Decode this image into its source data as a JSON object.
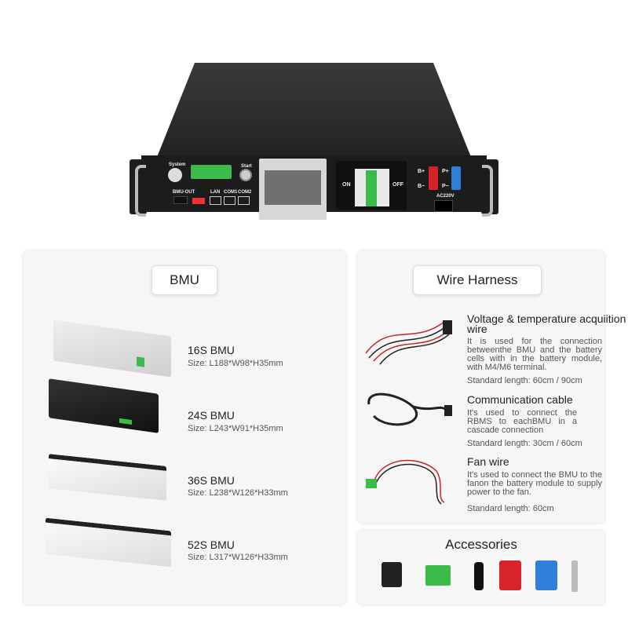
{
  "device": {
    "labels": {
      "system": "System",
      "start": "Start",
      "bmu_out": "BMU-OUT",
      "lan": "LAN",
      "com1": "COM1",
      "com2": "COM2",
      "on": "ON",
      "off": "OFF",
      "b_plus": "B+",
      "b_minus": "B−",
      "p_plus": "P+",
      "p_minus": "P−",
      "ac": "AC220V"
    },
    "colors": {
      "body": "#2b2b2b",
      "terminal": "#3dbb4a",
      "red_connector": "#d8232a",
      "blue_connector": "#2f7fd8"
    }
  },
  "bmu_panel": {
    "title": "BMU",
    "items": [
      {
        "name": "16S BMU",
        "size": "Size: L188*W98*H35mm",
        "color": "#e4e4e4"
      },
      {
        "name": "24S BMU",
        "size": "Size:  L243*W91*H35mm",
        "color": "#222222"
      },
      {
        "name": "36S BMU",
        "size": "Size: L238*W126*H33mm",
        "color": "#f0f0f0"
      },
      {
        "name": "52S BMU",
        "size": "Size: L317*W126*H33mm",
        "color": "#f0f0f0"
      }
    ]
  },
  "wire_panel": {
    "title": "Wire  Harness",
    "items": [
      {
        "title": "Voltage & temperature acquiition wire",
        "desc": "It is used for the connection betweenthe BMU and the battery cells with in the battery module, with M4/M6 terminal.",
        "length": "Standard length: 60cm / 90cm"
      },
      {
        "title": "Communication cable",
        "desc": "It's used to connect the RBMS to eachBMU in a cascade connection",
        "length": "Standard length: 30cm / 60cm"
      },
      {
        "title": "Fan wire",
        "desc": "It's used to connect the BMU to the fanon the battery module to supply power to the fan.",
        "length": "Standard length: 60cm"
      }
    ]
  },
  "accessories": {
    "title": "Accessories"
  }
}
